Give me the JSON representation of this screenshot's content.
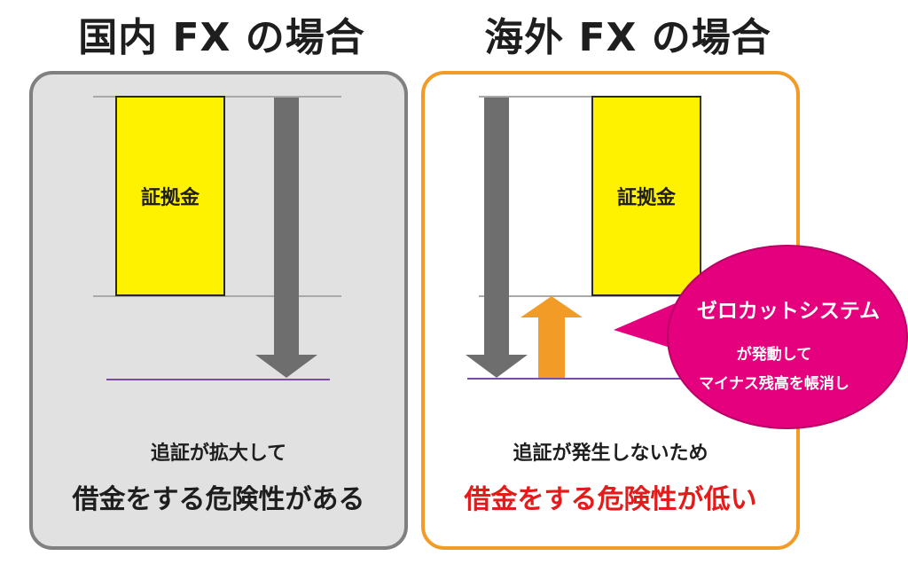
{
  "left": {
    "title": "国内 FX の場合",
    "margin_label": "証拠金",
    "caption_small": "追証が拡大して",
    "caption_large": "借金をする危険性がある"
  },
  "right": {
    "title": "海外 FX の場合",
    "margin_label": "証拠金",
    "caption_small": "追証が発生しないため",
    "caption_large": "借金をする危険性が低い",
    "bubble": {
      "title": "ゼロカットシステム",
      "line1": "が発動して",
      "line2": "マイナス残高を帳消し"
    }
  },
  "colors": {
    "left_panel_bg": "#e1e1e1",
    "left_panel_border": "#808080",
    "right_panel_border": "#f29b26",
    "margin_box": "#fff200",
    "down_arrow": "#6e6e6e",
    "up_arrow": "#f29b26",
    "bubble": "#e5007e",
    "loss_line": "#7a4ca8",
    "warning_text": "#e31b1b"
  },
  "icons": {
    "down_arrow": "down-arrow-icon",
    "up_arrow": "up-arrow-icon"
  }
}
